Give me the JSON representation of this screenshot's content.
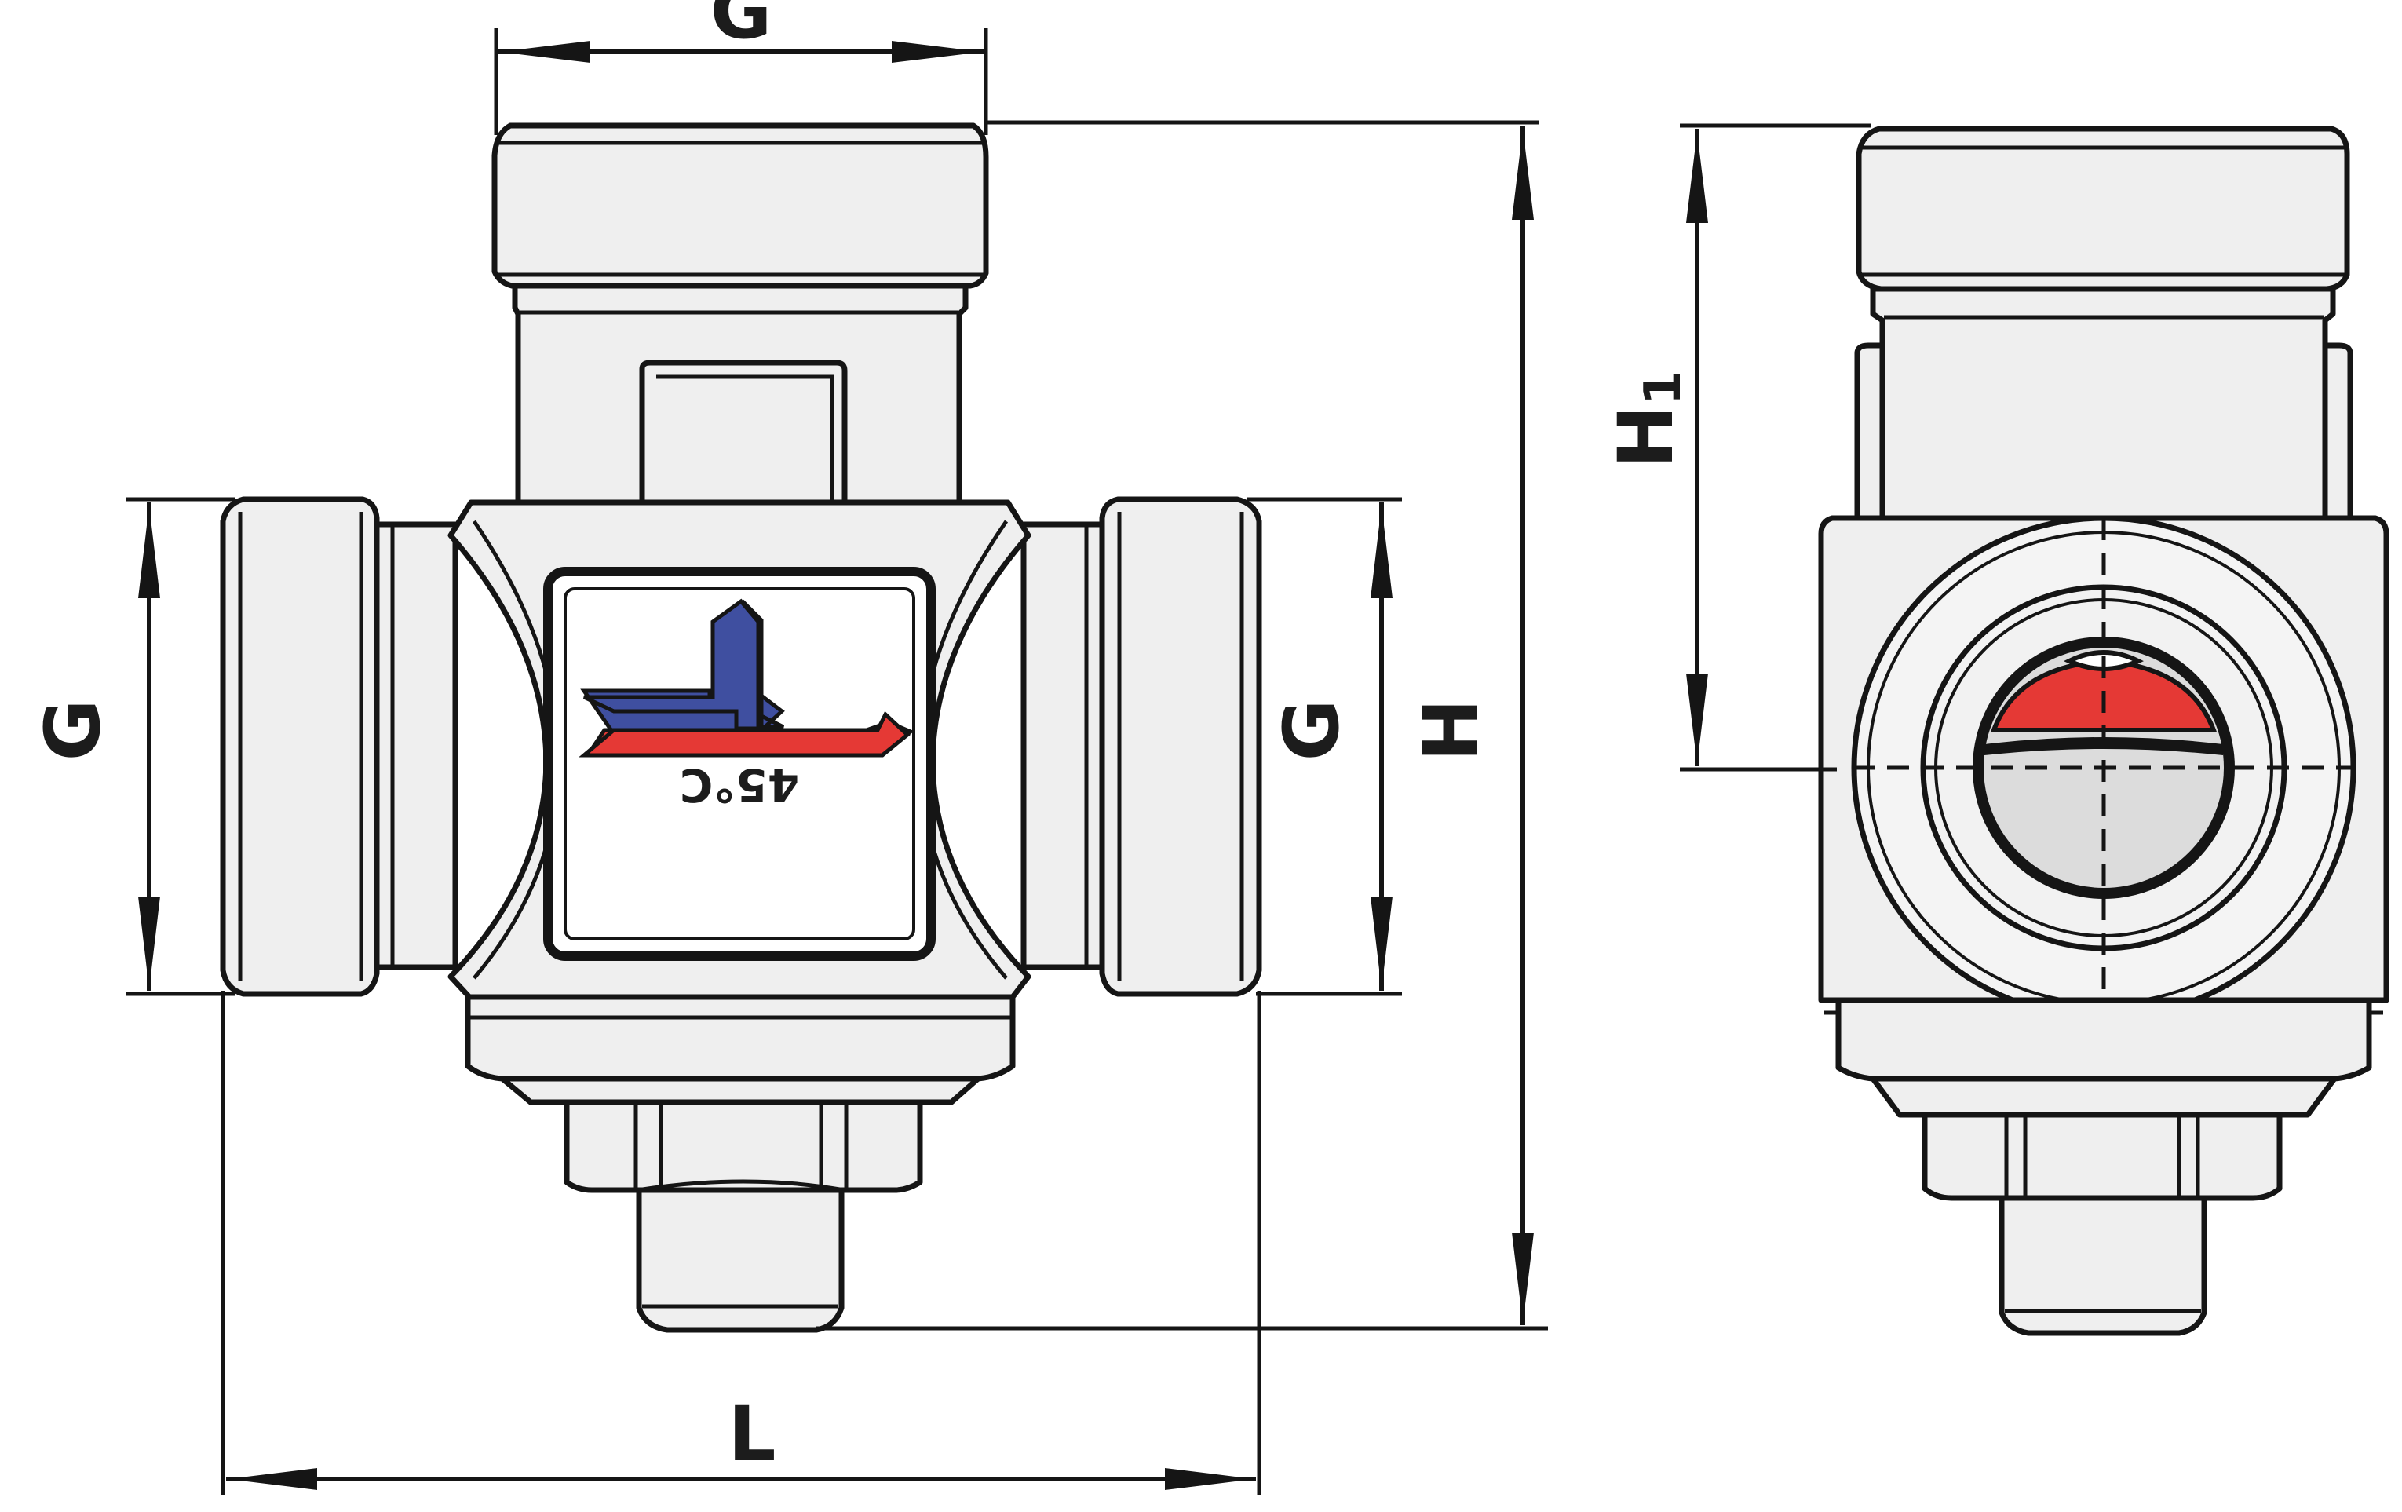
{
  "dimensions": {
    "top_port": "G",
    "left_port": "G",
    "right_port": "G",
    "overall_height": "H",
    "overall_length": "L",
    "side_height": "H",
    "side_height_subscript": "1"
  },
  "dial": {
    "temperature": "45°C"
  },
  "colors": {
    "hot": "#e53935",
    "cold": "#3f4fa0",
    "body": "#efefef",
    "outline": "#151515"
  }
}
